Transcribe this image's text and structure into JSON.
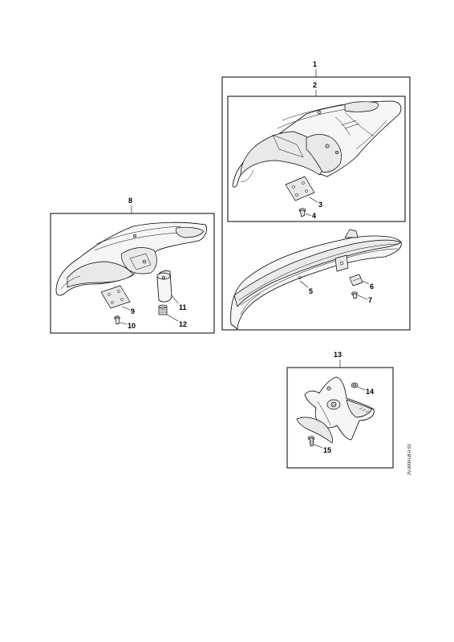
{
  "callouts": {
    "c1": "1",
    "c2": "2",
    "c3": "3",
    "c4": "4",
    "c5": "5",
    "c6": "6",
    "c7": "7",
    "c8": "8",
    "c9": "9",
    "c10": "10",
    "c11": "11",
    "c12": "12",
    "c13": "13",
    "c14": "14",
    "c15": "15"
  },
  "drawing_ref": "2V-0000-LB-0-S1"
}
